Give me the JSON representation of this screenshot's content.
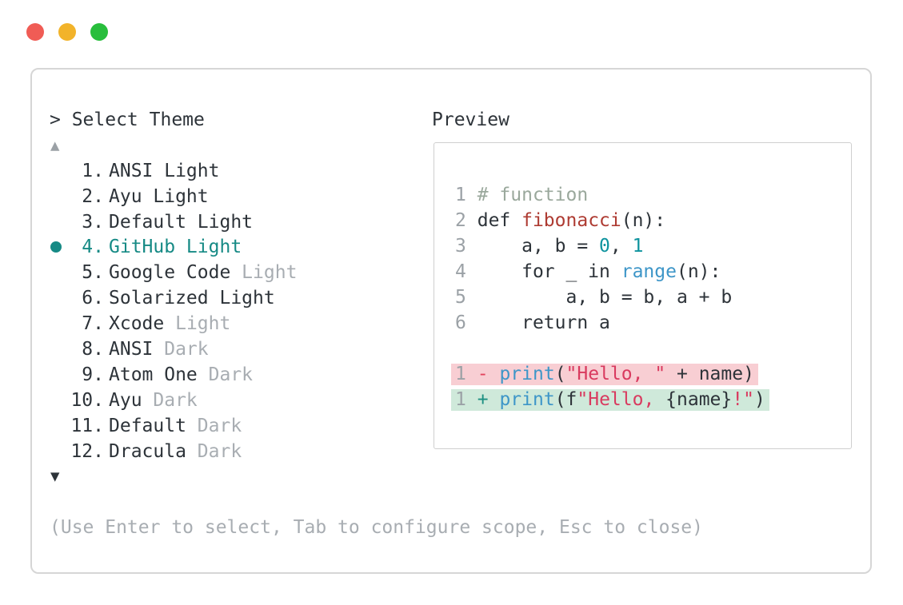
{
  "window": {
    "traffic_lights": [
      {
        "name": "close",
        "color": "#f05c55"
      },
      {
        "name": "minimize",
        "color": "#f2b32a"
      },
      {
        "name": "zoom",
        "color": "#28be3c"
      }
    ]
  },
  "palette": {
    "prompt": "> Select Theme",
    "scroll_up_icon": "▲",
    "scroll_down_icon": "▼",
    "help_text": "(Use Enter to select, Tab to configure scope, Esc to close)",
    "selected_color": "#168a85",
    "items": [
      {
        "num": "1.",
        "name": "ANSI Light",
        "dim_suffix": "",
        "selected": false
      },
      {
        "num": "2.",
        "name": "Ayu Light",
        "dim_suffix": "",
        "selected": false
      },
      {
        "num": "3.",
        "name": "Default Light",
        "dim_suffix": "",
        "selected": false
      },
      {
        "num": "4.",
        "name": "GitHub Light",
        "dim_suffix": "",
        "selected": true
      },
      {
        "num": "5.",
        "name": "Google Code",
        "dim_suffix": "Light",
        "selected": false
      },
      {
        "num": "6.",
        "name": "Solarized Light",
        "dim_suffix": "",
        "selected": false
      },
      {
        "num": "7.",
        "name": "Xcode",
        "dim_suffix": "Light",
        "selected": false
      },
      {
        "num": "8.",
        "name": "ANSI",
        "dim_suffix": "Dark",
        "selected": false
      },
      {
        "num": "9.",
        "name": "Atom One",
        "dim_suffix": "Dark",
        "selected": false
      },
      {
        "num": "10.",
        "name": "Ayu",
        "dim_suffix": "Dark",
        "selected": false
      },
      {
        "num": "11.",
        "name": "Default",
        "dim_suffix": "Dark",
        "selected": false
      },
      {
        "num": "12.",
        "name": "Dracula",
        "dim_suffix": "Dark",
        "selected": false
      }
    ]
  },
  "preview": {
    "label": "Preview",
    "syntax_colors": {
      "foreground": "#2d3339",
      "line_number": "#9ba1a6",
      "comment": "#9aa89c",
      "function_name": "#ae3b32",
      "number_literal": "#0e939e",
      "builtin": "#3e96c8",
      "string": "#d93a5f",
      "diff_removed_sign": "#e2435c",
      "diff_added_sign": "#1d9082",
      "diff_removed_bg": "#f8ced3",
      "diff_added_bg": "#cfe9da"
    },
    "code_lines": [
      {
        "hl": "",
        "segments": [
          [
            "1",
            "ln"
          ],
          [
            " ",
            "fg"
          ],
          [
            "# function",
            "cm"
          ]
        ]
      },
      {
        "hl": "",
        "segments": [
          [
            "2",
            "ln"
          ],
          [
            " ",
            "fg"
          ],
          [
            "def ",
            "fg"
          ],
          [
            "fibonacci",
            "fn"
          ],
          [
            "(n):",
            "fg"
          ]
        ]
      },
      {
        "hl": "",
        "segments": [
          [
            "3",
            "ln"
          ],
          [
            "     a, b = ",
            "fg"
          ],
          [
            "0",
            "nm"
          ],
          [
            ", ",
            "fg"
          ],
          [
            "1",
            "nm"
          ]
        ]
      },
      {
        "hl": "",
        "segments": [
          [
            "4",
            "ln"
          ],
          [
            "     for _ in ",
            "fg"
          ],
          [
            "range",
            "bi"
          ],
          [
            "(n):",
            "fg"
          ]
        ]
      },
      {
        "hl": "",
        "segments": [
          [
            "5",
            "ln"
          ],
          [
            "         a, b = b, a + b",
            "fg"
          ]
        ]
      },
      {
        "hl": "",
        "segments": [
          [
            "6",
            "ln"
          ],
          [
            "     return a",
            "fg"
          ]
        ]
      },
      {
        "hl": "",
        "segments": []
      },
      {
        "hl": "del",
        "segments": [
          [
            "1",
            "ln"
          ],
          [
            " ",
            "fg"
          ],
          [
            "-",
            "dm"
          ],
          [
            " ",
            "fg"
          ],
          [
            "print",
            "bi"
          ],
          [
            "(",
            "fg"
          ],
          [
            "\"Hello, \"",
            "st"
          ],
          [
            " + name)",
            "fg"
          ]
        ]
      },
      {
        "hl": "add",
        "segments": [
          [
            "1",
            "ln"
          ],
          [
            " ",
            "fg"
          ],
          [
            "+",
            "am"
          ],
          [
            " ",
            "fg"
          ],
          [
            "print",
            "bi"
          ],
          [
            "(f",
            "fg"
          ],
          [
            "\"Hello, ",
            "st"
          ],
          [
            "{name}",
            "fg"
          ],
          [
            "!\"",
            "st"
          ],
          [
            ")",
            "fg"
          ]
        ]
      }
    ]
  }
}
